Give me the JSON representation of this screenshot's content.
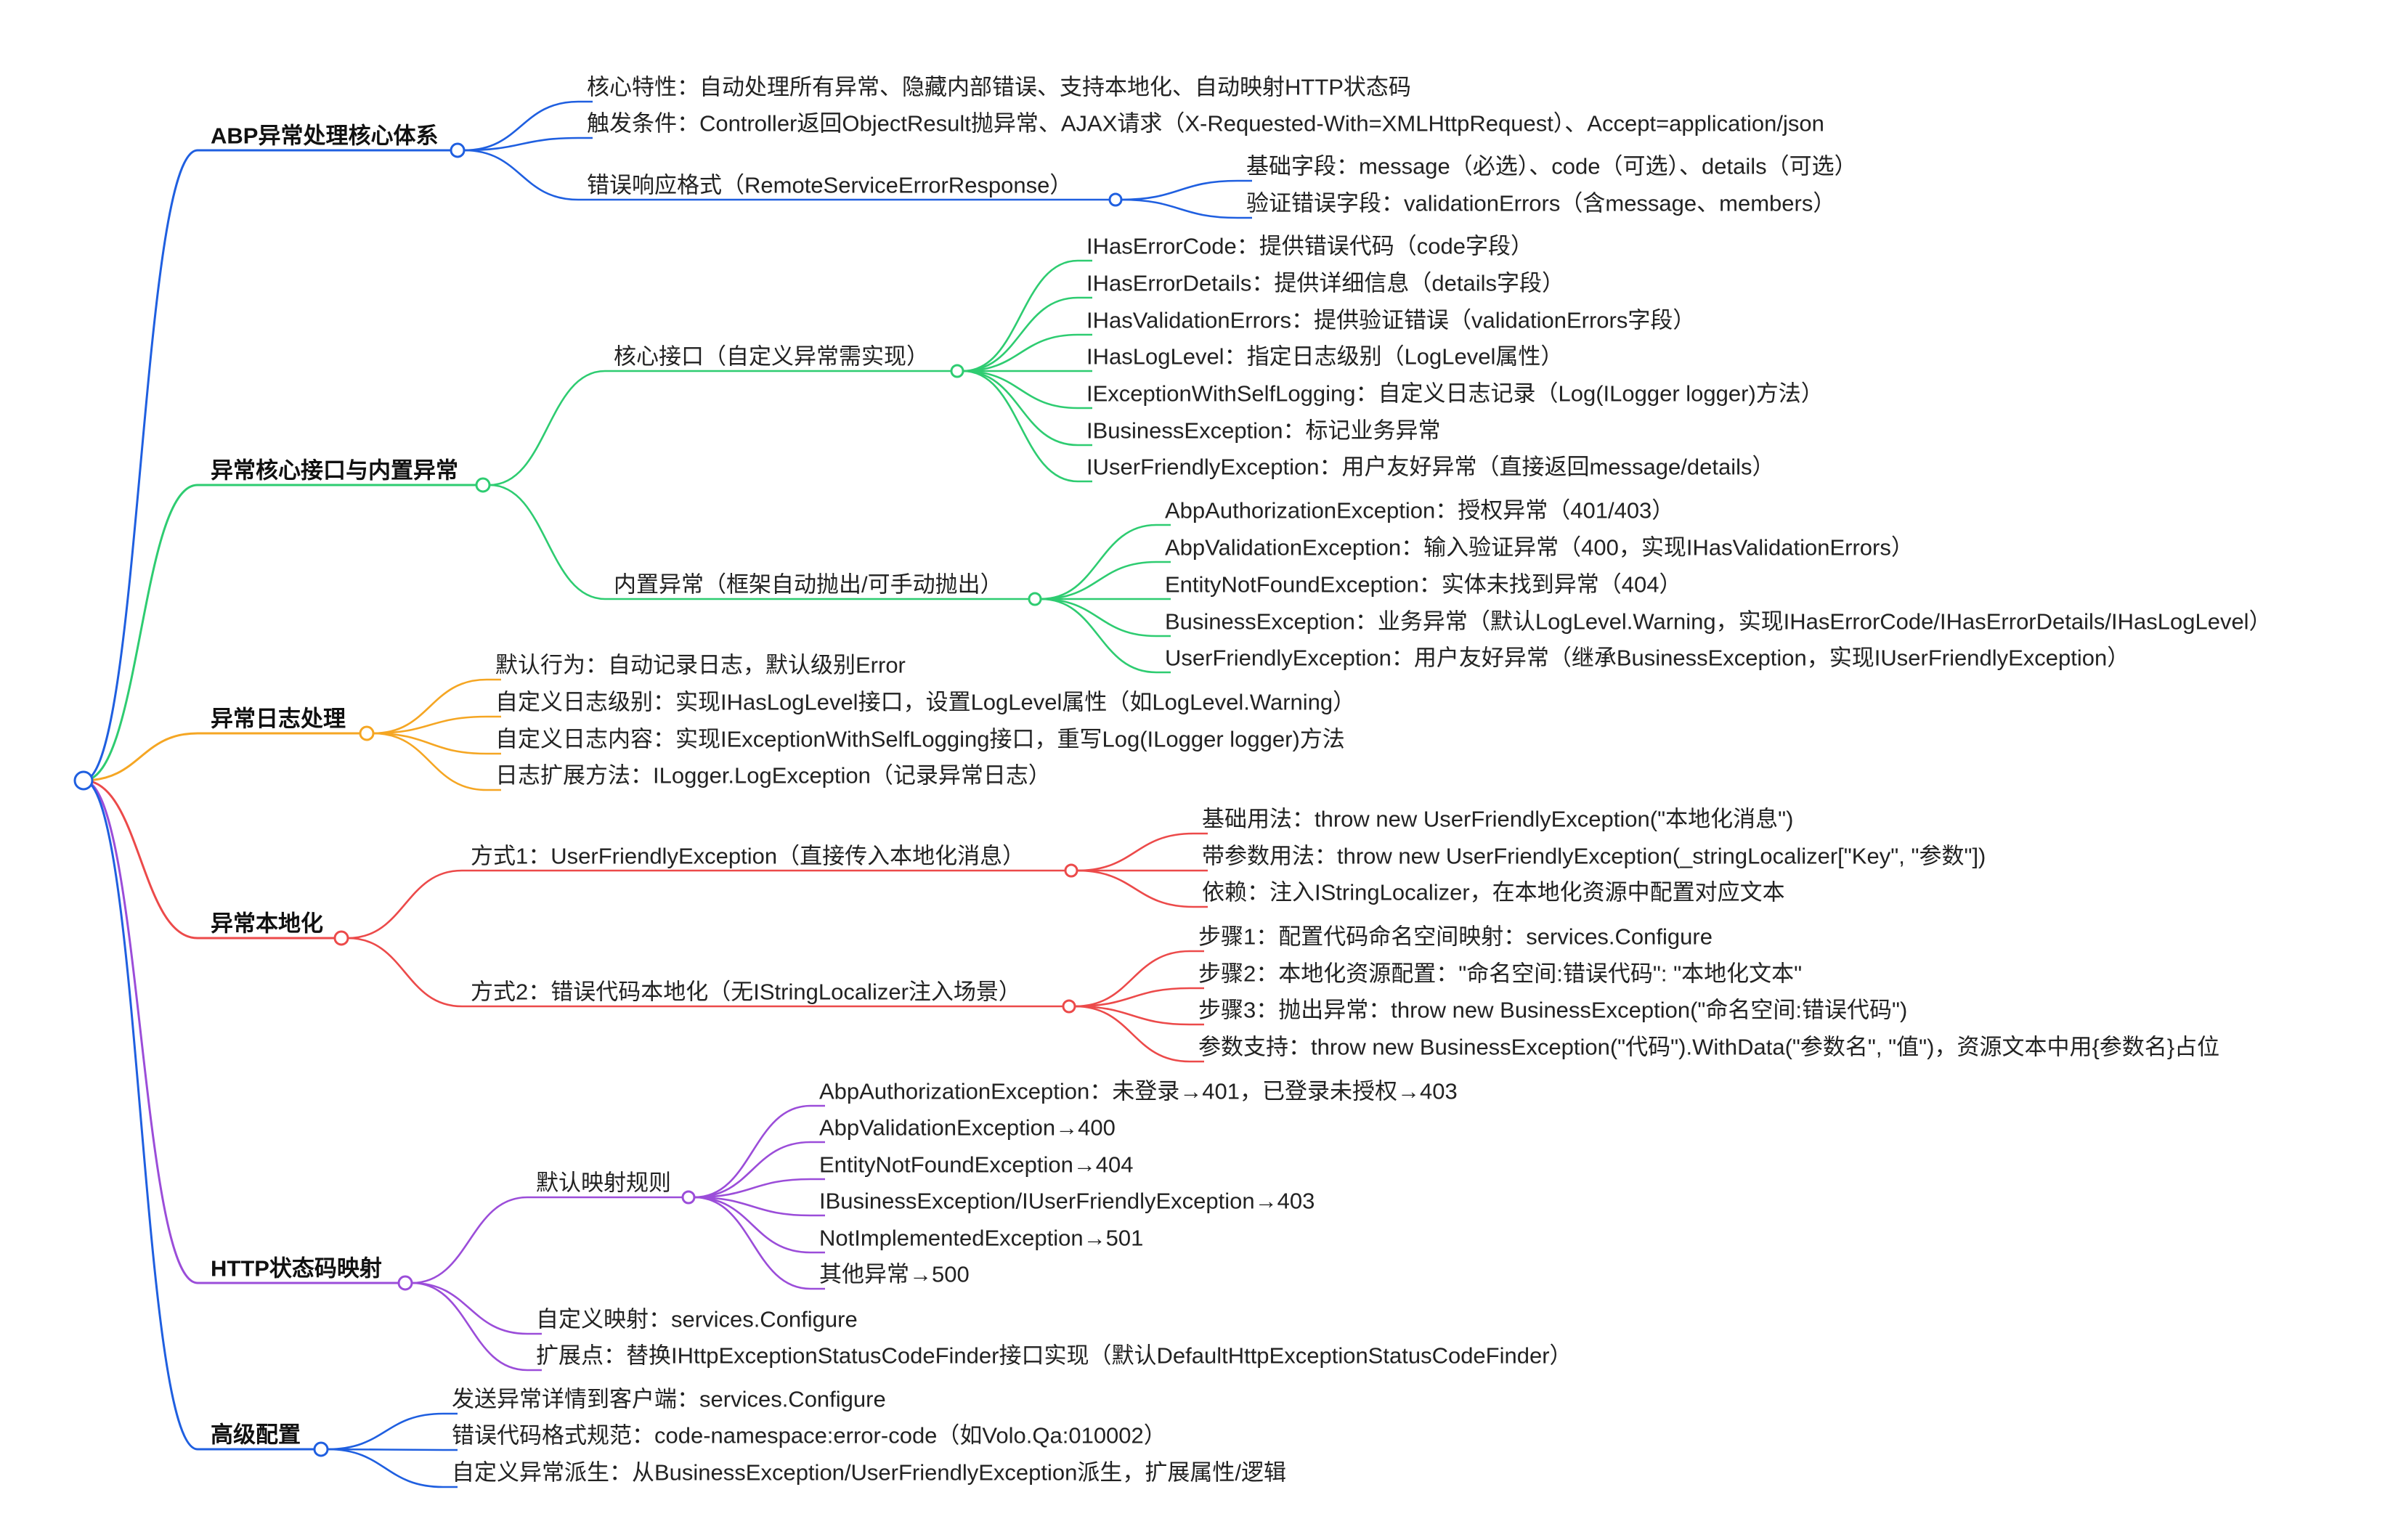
{
  "colors": {
    "blue": "#1f5fe0",
    "green": "#2ecc71",
    "orange": "#f5a623",
    "red": "#ec4a4a",
    "purple": "#9b4dd9"
  },
  "mindmap": {
    "branches": [
      {
        "label": "ABP异常处理核心体系",
        "color": "blue",
        "children": [
          {
            "label": "核心特性：自动处理所有异常、隐藏内部错误、支持本地化、自动映射HTTP状态码"
          },
          {
            "label": "触发条件：Controller返回ObjectResult抛异常、AJAX请求（X-Requested-With=XMLHttpRequest）、Accept=application/json"
          },
          {
            "label": "错误响应格式（RemoteServiceErrorResponse）",
            "children": [
              {
                "label": "基础字段：message（必选）、code（可选）、details（可选）"
              },
              {
                "label": "验证错误字段：validationErrors（含message、members）"
              }
            ]
          }
        ]
      },
      {
        "label": "异常核心接口与内置异常",
        "color": "green",
        "children": [
          {
            "label": "核心接口（自定义异常需实现）",
            "children": [
              {
                "label": "IHasErrorCode：提供错误代码（code字段）"
              },
              {
                "label": "IHasErrorDetails：提供详细信息（details字段）"
              },
              {
                "label": "IHasValidationErrors：提供验证错误（validationErrors字段）"
              },
              {
                "label": "IHasLogLevel：指定日志级别（LogLevel属性）"
              },
              {
                "label": "IExceptionWithSelfLogging：自定义日志记录（Log(ILogger logger)方法）"
              },
              {
                "label": "IBusinessException：标记业务异常"
              },
              {
                "label": "IUserFriendlyException：用户友好异常（直接返回message/details）"
              }
            ]
          },
          {
            "label": "内置异常（框架自动抛出/可手动抛出）",
            "children": [
              {
                "label": "AbpAuthorizationException：授权异常（401/403）"
              },
              {
                "label": "AbpValidationException：输入验证异常（400，实现IHasValidationErrors）"
              },
              {
                "label": "EntityNotFoundException：实体未找到异常（404）"
              },
              {
                "label": "BusinessException：业务异常（默认LogLevel.Warning，实现IHasErrorCode/IHasErrorDetails/IHasLogLevel）"
              },
              {
                "label": "UserFriendlyException：用户友好异常（继承BusinessException，实现IUserFriendlyException）"
              }
            ]
          }
        ]
      },
      {
        "label": "异常日志处理",
        "color": "orange",
        "children": [
          {
            "label": "默认行为：自动记录日志，默认级别Error"
          },
          {
            "label": "自定义日志级别：实现IHasLogLevel接口，设置LogLevel属性（如LogLevel.Warning）"
          },
          {
            "label": "自定义日志内容：实现IExceptionWithSelfLogging接口，重写Log(ILogger logger)方法"
          },
          {
            "label": "日志扩展方法：ILogger.LogException（记录异常日志）"
          }
        ]
      },
      {
        "label": "异常本地化",
        "color": "red",
        "children": [
          {
            "label": "方式1：UserFriendlyException（直接传入本地化消息）",
            "children": [
              {
                "label": "基础用法：throw new UserFriendlyException(\"本地化消息\")"
              },
              {
                "label": "带参数用法：throw new UserFriendlyException(_stringLocalizer[\"Key\", \"参数\"])"
              },
              {
                "label": "依赖：注入IStringLocalizer，在本地化资源中配置对应文本"
              }
            ]
          },
          {
            "label": "方式2：错误代码本地化（无IStringLocalizer注入场景）",
            "children": [
              {
                "label": "步骤1：配置代码命名空间映射：services.Configure"
              },
              {
                "label": "步骤2：本地化资源配置：\"命名空间:错误代码\": \"本地化文本\""
              },
              {
                "label": "步骤3：抛出异常：throw new BusinessException(\"命名空间:错误代码\")"
              },
              {
                "label": "参数支持：throw new BusinessException(\"代码\").WithData(\"参数名\", \"值\")，资源文本中用{参数名}占位"
              }
            ]
          }
        ]
      },
      {
        "label": "HTTP状态码映射",
        "color": "purple",
        "children": [
          {
            "label": "默认映射规则",
            "children": [
              {
                "label": "AbpAuthorizationException：未登录→401，已登录未授权→403"
              },
              {
                "label": "AbpValidationException→400"
              },
              {
                "label": "EntityNotFoundException→404"
              },
              {
                "label": "IBusinessException/IUserFriendlyException→403"
              },
              {
                "label": "NotImplementedException→501"
              },
              {
                "label": "其他异常→500"
              }
            ]
          },
          {
            "label": "自定义映射：services.Configure"
          },
          {
            "label": "扩展点：替换IHttpExceptionStatusCodeFinder接口实现（默认DefaultHttpExceptionStatusCodeFinder）"
          }
        ]
      },
      {
        "label": "高级配置",
        "color": "blue",
        "children": [
          {
            "label": "发送异常详情到客户端：services.Configure"
          },
          {
            "label": "错误代码格式规范：code-namespace:error-code（如Volo.Qa:010002）"
          },
          {
            "label": "自定义异常派生：从BusinessException/UserFriendlyException派生，扩展属性/逻辑"
          }
        ]
      }
    ]
  }
}
